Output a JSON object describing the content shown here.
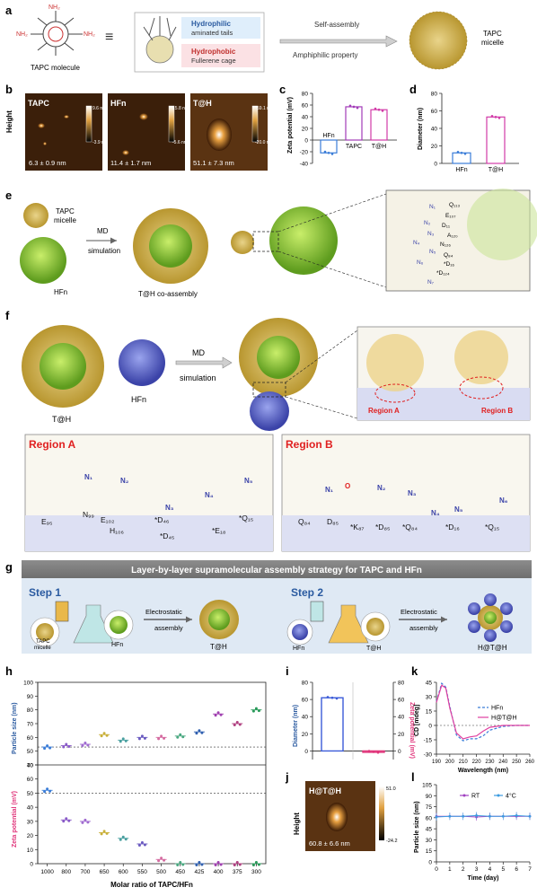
{
  "panel_letters": [
    "a",
    "b",
    "c",
    "d",
    "e",
    "f",
    "g",
    "h",
    "i",
    "j",
    "k",
    "l"
  ],
  "panel_a": {
    "molecule_label": "TAPC molecule",
    "equiv_symbol": "≡",
    "hydrophilic_title": "Hydrophilic",
    "hydrophilic_sub": "aminated tails",
    "hydrophobic_title": "Hydrophobic",
    "hydrophobic_sub": "Fullerene cage",
    "arrow_top": "Self-assembly",
    "arrow_bottom": "Amphiphilic property",
    "micelle_label_1": "TAPC",
    "micelle_label_2": "micelle",
    "nh2": "NH₂"
  },
  "panel_b": {
    "side_label": "Height",
    "images": [
      {
        "title": "TAPC",
        "value": "6.3 ± 0.9 nm",
        "max": "9.6 nm",
        "min": "-3.9 nm"
      },
      {
        "title": "HFn",
        "value": "11.4 ± 1.7 nm",
        "max": "15.8 nm",
        "min": "-5.6 nm"
      },
      {
        "title": "T@H",
        "value": "51.1 ± 7.3 nm",
        "max": "59.1 nm",
        "min": "-20.0 nm"
      }
    ]
  },
  "panel_e": {
    "label_tapc_1": "TAPC",
    "label_tapc_2": "micelle",
    "label_md": "MD",
    "label_sim": "simulation",
    "label_hfn": "HFn",
    "label_result": "T@H co-assembly",
    "residues": [
      "N₁",
      "Q₁₁₃",
      "E₁₀₇",
      "N₂",
      "D₁₁",
      "N₃",
      "A₁₂₀",
      "N₄",
      "N₁₂₆",
      "N₅",
      "Q₈₄",
      "N₆",
      "*D₁₆",
      "N₇",
      "*D₁₂₄"
    ]
  },
  "panel_f": {
    "label_th": "T@H",
    "label_hfn": "HFn",
    "label_md": "MD",
    "label_sim": "simulation",
    "region_a": "Region A",
    "region_b": "Region B",
    "region_a_title": "Region A",
    "region_b_title": "Region B",
    "region_a_n": [
      "N₁",
      "N₂",
      "N₃",
      "N₄",
      "N₅"
    ],
    "region_a_res": [
      "E₉₅",
      "N₉₉",
      "E₁₀₂",
      "H₁₀₆",
      "*D₄₆",
      "*D₄₅",
      "*E₁₈",
      "*Q₁₅"
    ],
    "region_b_n": [
      "N₁",
      "O",
      "N₂",
      "N₃",
      "N₄",
      "N₅",
      "N₆"
    ],
    "region_b_res": [
      "Q₈₄",
      "D₈₅",
      "*K₈₇",
      "*D₈₅",
      "*Q₈₄",
      "*D₁₆",
      "*Q₁₅"
    ]
  },
  "panel_g": {
    "banner": "Layer-by-layer supramolecular assembly strategy for TAPC and HFn",
    "step1": "Step 1",
    "step2": "Step 2",
    "tapc_1": "TAPC",
    "tapc_2": "micelle",
    "hfn": "HFn",
    "arrow_1": "Electrostatic",
    "arrow_2": "assembly",
    "th": "T@H",
    "hth": "H@T@H"
  },
  "panel_j": {
    "title": "H@T@H",
    "value": "60.8 ± 6.6 nm",
    "max": "51.0",
    "min": "-24.2",
    "side_label": "Height"
  },
  "chart_data": [
    {
      "panel": "c",
      "type": "bar",
      "categories": [
        "HFn",
        "TAPC",
        "T@H"
      ],
      "values": [
        -22,
        57,
        52
      ],
      "colors": [
        "#3b7dd8",
        "#a23bb8",
        "#d23ba8"
      ],
      "ylabel": "Zeta potential (mV)",
      "ylim": [
        -40,
        80
      ],
      "yticks": [
        -40,
        -20,
        0,
        20,
        40,
        60,
        80
      ]
    },
    {
      "panel": "d",
      "type": "bar",
      "categories": [
        "HFn",
        "T@H"
      ],
      "values": [
        12,
        53
      ],
      "colors": [
        "#3b7dd8",
        "#d23ba8"
      ],
      "ylabel": "Diameter (nm)",
      "ylim": [
        0,
        80
      ],
      "yticks": [
        0,
        20,
        40,
        60,
        80
      ]
    },
    {
      "panel": "h-top",
      "type": "scatter",
      "categories": [
        "1000",
        "800",
        "700",
        "650",
        "600",
        "550",
        "500",
        "450",
        "425",
        "400",
        "375",
        "300"
      ],
      "values": [
        53,
        54,
        55,
        62,
        58,
        60,
        60,
        61,
        64,
        77,
        70,
        80
      ],
      "colors": [
        "#3b7dd8",
        "#8a5bc8",
        "#a06bd0",
        "#c9b03a",
        "#4aa0a0",
        "#6a5ac0",
        "#d46aa0",
        "#4aa880",
        "#3060b0",
        "#a040b0",
        "#b04080",
        "#2a9a5a"
      ],
      "ylabel": "Particle size (nm)",
      "ylim": [
        40,
        100
      ],
      "yticks": [
        40,
        50,
        60,
        70,
        80,
        90,
        100
      ],
      "reference_line": 53
    },
    {
      "panel": "h-bottom",
      "type": "scatter",
      "categories": [
        "1000",
        "800",
        "700",
        "650",
        "600",
        "550",
        "500",
        "450",
        "425",
        "400",
        "375",
        "300"
      ],
      "values": [
        52,
        31,
        30,
        22,
        18,
        14,
        3,
        0,
        0,
        0,
        0,
        0
      ],
      "colors": [
        "#3b7dd8",
        "#8a5bc8",
        "#a06bd0",
        "#c9b03a",
        "#4aa0a0",
        "#6a5ac0",
        "#d46aa0",
        "#4aa880",
        "#3060b0",
        "#a040b0",
        "#b04080",
        "#2a9a5a"
      ],
      "ylabel": "Zeta potential (mV)",
      "xlabel": "Molar ratio of TAPC/HFn",
      "ylim": [
        0,
        70
      ],
      "yticks": [
        0,
        10,
        20,
        30,
        40,
        50,
        60,
        70
      ],
      "reference_line": 50
    },
    {
      "panel": "i",
      "type": "bar",
      "categories": [
        "Diameter",
        "Zeta"
      ],
      "values": [
        62,
        -1
      ],
      "colors": [
        "#3b5bd8",
        "#e0347a"
      ],
      "ylabel_left": "Diameter (nm)",
      "ylabel_right": "Zeta potential (mV)",
      "ylim_left": [
        -10,
        80
      ],
      "ylim_right": [
        -10,
        80
      ],
      "yticks": [
        0,
        20,
        40,
        60,
        80
      ]
    },
    {
      "panel": "k",
      "type": "line",
      "x": [
        190,
        194,
        197,
        200,
        205,
        210,
        215,
        220,
        225,
        230,
        240,
        250,
        260
      ],
      "series": [
        {
          "name": "HFn",
          "color": "#3b7dd8",
          "dashed": true,
          "values": [
            25,
            44,
            40,
            20,
            -10,
            -16,
            -14,
            -14,
            -11,
            -5,
            -1,
            0,
            0
          ]
        },
        {
          "name": "H@T@H",
          "color": "#e040a0",
          "dashed": false,
          "values": [
            24,
            42,
            39,
            18,
            -8,
            -14,
            -12,
            -11,
            -6,
            -2,
            0,
            0,
            0
          ]
        }
      ],
      "xlabel": "Wavelength (nm)",
      "ylabel": "CD [mdeg]",
      "xlim": [
        190,
        260
      ],
      "ylim": [
        -30,
        45
      ],
      "xticks": [
        190,
        200,
        210,
        220,
        230,
        240,
        250,
        260
      ],
      "yticks": [
        -30,
        -15,
        0,
        15,
        30,
        45
      ]
    },
    {
      "panel": "l",
      "type": "line",
      "x": [
        0,
        1,
        2,
        3,
        4,
        5,
        6,
        7
      ],
      "series": [
        {
          "name": "RT",
          "color": "#a040c0",
          "values": [
            62,
            62,
            62,
            61,
            62,
            62,
            62,
            62
          ]
        },
        {
          "name": "4°C",
          "color": "#3b9be0",
          "values": [
            61,
            62,
            62,
            63,
            62,
            62,
            63,
            62
          ]
        }
      ],
      "xlabel": "Time (day)",
      "ylabel": "Particle size (nm)",
      "xlim": [
        0,
        7
      ],
      "ylim": [
        0,
        105
      ],
      "xticks": [
        0,
        1,
        2,
        3,
        4,
        5,
        6,
        7
      ],
      "yticks": [
        0,
        15,
        30,
        45,
        60,
        75,
        90,
        105
      ]
    }
  ]
}
